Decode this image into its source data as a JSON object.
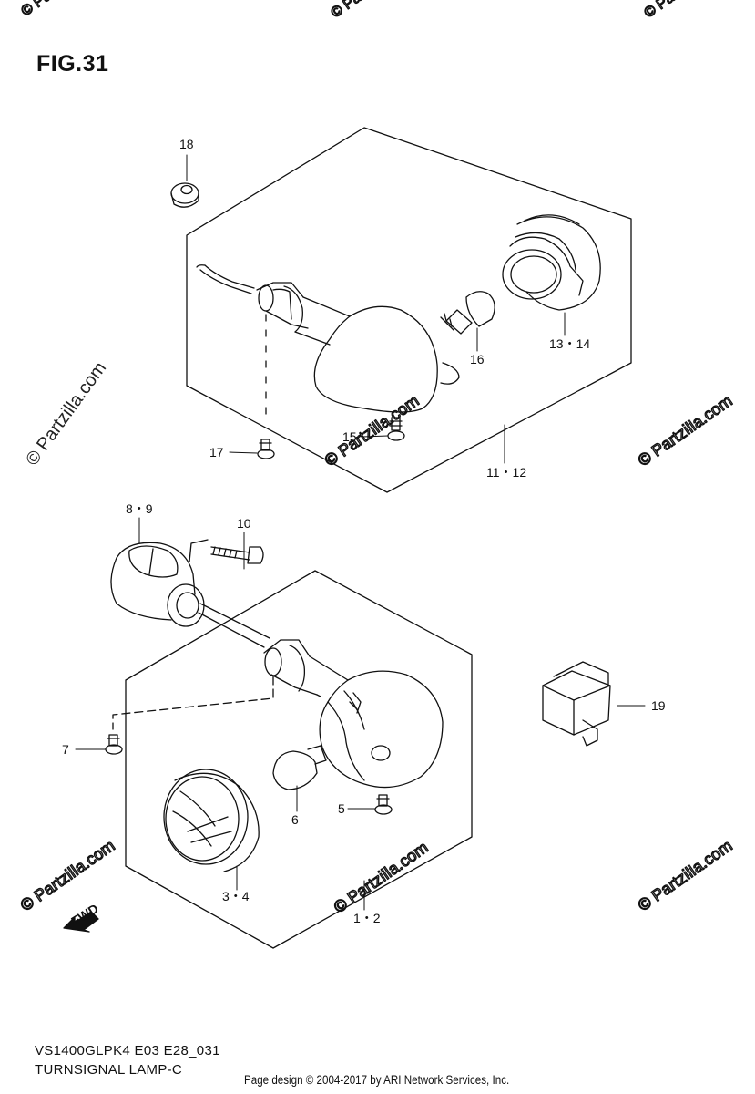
{
  "figure": {
    "title": "FIG.31"
  },
  "part_labels": [
    {
      "id": "18",
      "text": "18"
    },
    {
      "id": "13-14",
      "text": "13・14"
    },
    {
      "id": "16",
      "text": "16"
    },
    {
      "id": "15",
      "text": "15"
    },
    {
      "id": "17",
      "text": "17"
    },
    {
      "id": "11-12",
      "text": "11・12"
    },
    {
      "id": "8-9",
      "text": "8・9"
    },
    {
      "id": "10",
      "text": "10"
    },
    {
      "id": "19",
      "text": "19"
    },
    {
      "id": "7",
      "text": "7"
    },
    {
      "id": "5",
      "text": "5"
    },
    {
      "id": "6",
      "text": "6"
    },
    {
      "id": "3-4",
      "text": "3・4"
    },
    {
      "id": "1-2",
      "text": "1・2"
    }
  ],
  "fwd_arrow": {
    "text": "FWD"
  },
  "watermark": {
    "main_text": "© Partzilla.com",
    "faint_text": "© Partzilla.com"
  },
  "footer": {
    "model_code": "VS1400GLPK4 E03 E28_031",
    "section_name": "TURNSIGNAL LAMP-C",
    "credit": "Page design © 2004-2017 by ARI Network Services, Inc."
  }
}
